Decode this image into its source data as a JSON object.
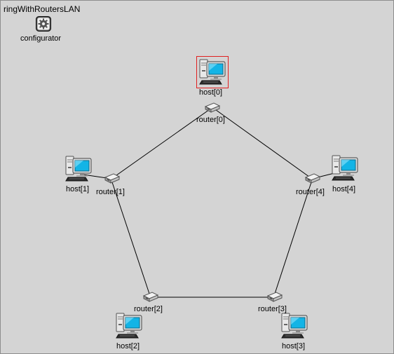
{
  "network": {
    "title": "ringWithRoutersLAN",
    "configurator": "configurator",
    "selection_color": "#e02020",
    "link_color": "#000000"
  },
  "hosts": [
    "host[0]",
    "host[1]",
    "host[2]",
    "host[3]",
    "host[4]"
  ],
  "routers": [
    "router[0]",
    "router[1]",
    "router[2]",
    "router[3]",
    "router[4]"
  ],
  "selected": "host[0]",
  "icons": {
    "host": "desktop-computer-icon",
    "router": "router-icon",
    "configurator": "gear-icon"
  }
}
